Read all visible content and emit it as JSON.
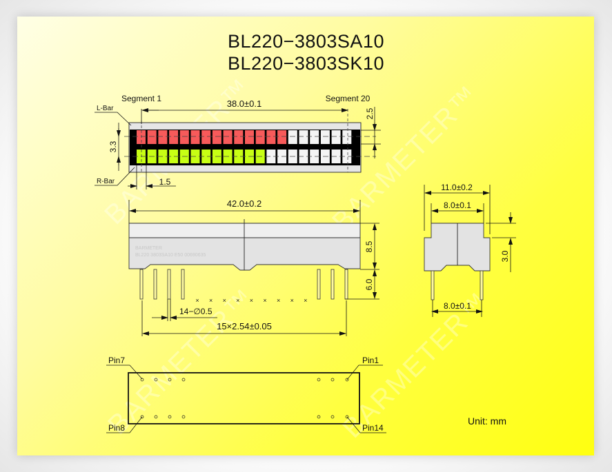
{
  "titles": [
    "BL220−3803SA10",
    "BL220−3803SK10"
  ],
  "watermark": "BARMETER™",
  "top_view": {
    "segment_first_label": "Segment 1",
    "segment_last_label": "Segment 20",
    "l_bar_label": "L-Bar",
    "r_bar_label": "R-Bar",
    "dim_width": "38.0±0.1",
    "dim_height_right": "2.5",
    "dim_height_left": "3.3",
    "dim_pitch": "1.5",
    "segment_count": 20,
    "l_bar_red_count": 14,
    "r_bar_green_count": 12,
    "colors": {
      "red": "#f75a5a",
      "green": "#c8ff14",
      "off": "#f4f4f4",
      "frame": "#000000",
      "case": "#e6e6e6"
    }
  },
  "side_view": {
    "dim_length": "42.0±0.2",
    "dim_body_height": "8.5",
    "dim_pin_length": "6.0",
    "dim_pin_dia": "14−∅0.5",
    "dim_pin_span": "15×2.54±0.05",
    "marking_line1": "BARMETER",
    "marking_line2": "BL220  3803SA10 E50 00690635"
  },
  "end_view": {
    "dim_outer": "11.0±0.2",
    "dim_inner": "8.0±0.1",
    "dim_step": "3.0",
    "dim_pin_spacing": "8.0±0.1"
  },
  "pin_view": {
    "pin_labels": {
      "top_left": "Pin7",
      "top_right": "Pin1",
      "bottom_left": "Pin8",
      "bottom_right": "Pin14"
    }
  },
  "unit_label": "Unit: mm"
}
